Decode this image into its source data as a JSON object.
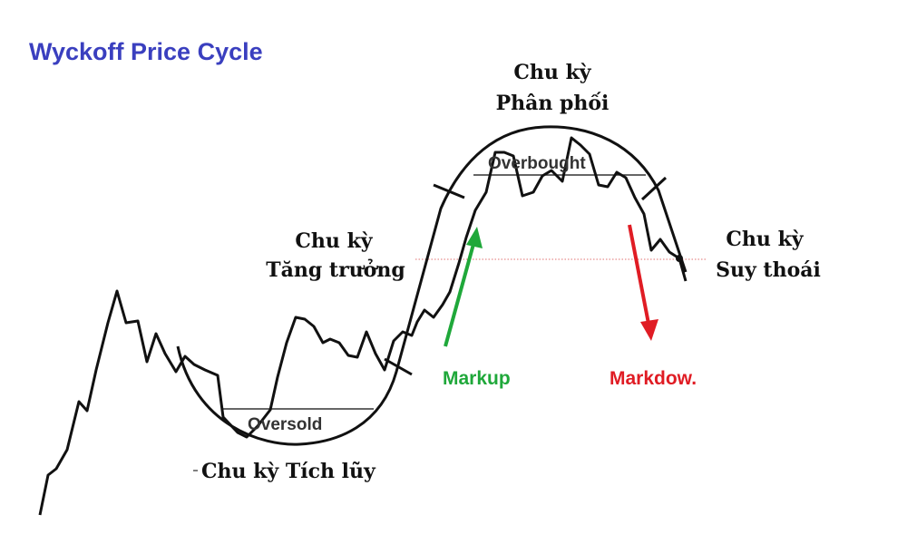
{
  "title": "Wyckoff Price Cycle",
  "phases": {
    "accumulation": "Chu kỳ Tích lũy",
    "markup": [
      "Chu kỳ",
      "Tăng trưởng"
    ],
    "distribution": [
      "Chu kỳ",
      "Phân phối"
    ],
    "markdown": [
      "Chu kỳ",
      "Suy thoái"
    ]
  },
  "zones": {
    "oversold": "Oversold",
    "overbought": "Overbought"
  },
  "trends": {
    "markup": "Markup",
    "markdown": "Markdow."
  },
  "colors": {
    "title": "#3a3fbf",
    "markup": "#1fa83a",
    "markdown": "#e01c24",
    "line": "#111111",
    "reference_line": "#e07070"
  }
}
